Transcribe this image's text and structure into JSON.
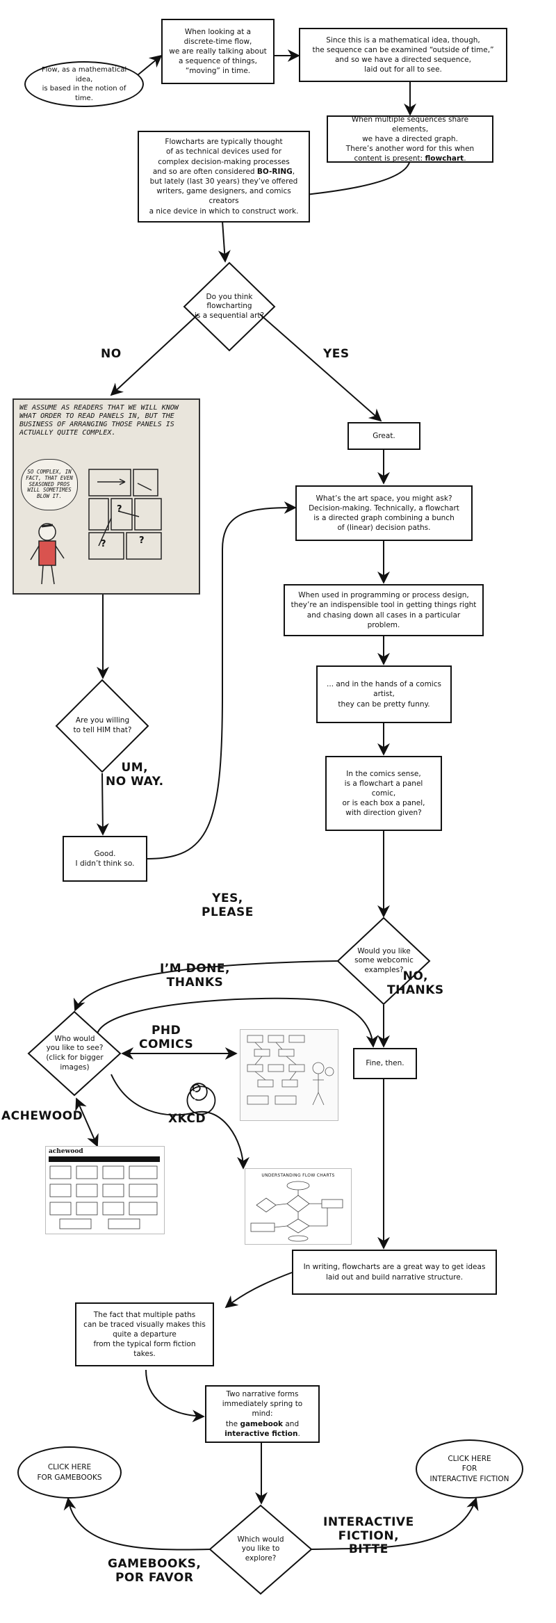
{
  "nodes": {
    "flow_math": {
      "text": "Flow, as a mathematical idea,\nis based in the notion of time."
    },
    "discrete_time": {
      "text": "When looking at a\ndiscrete-time flow,\nwe are really talking about\na sequence of things,\n“moving” in time."
    },
    "outside_time": {
      "text": "Since this is a mathematical idea, though,\nthe sequence can be examined “outside of time,”\nand so we have a directed sequence,\nlaid out for all to see."
    },
    "multiple_seq": {
      "pre": "When multiple sequences share elements,\nwe have a directed graph.\nThere’s another word for this when\ncontent is present: ",
      "bold": "flowchart",
      "post": "."
    },
    "flowcharts_boring": {
      "pre": "Flowcharts are typically thought\nof as technical devices used for\ncomplex decision-making processes\nand so are often considered ",
      "bold": "BO-RING",
      "post": ",\nbut lately (last 30 years) they’ve offered\nwriters, game designers, and comics creators\na nice device in which to construct work."
    },
    "sequential_art": {
      "text": "Do you think\nflowcharting\nis a sequential art?"
    },
    "great": {
      "text": "Great."
    },
    "art_space": {
      "text": "What’s the art space, you might ask?\nDecision-making. Technically, a flowchart\nis a directed graph combining a bunch\nof (linear) decision paths."
    },
    "programming": {
      "text": "When used in programming or process design,\nthey’re an indispensible tool in getting things right\nand chasing down all cases in a particular problem."
    },
    "comics_artist": {
      "text": "... and in the hands of a comics artist,\nthey can be pretty funny."
    },
    "panel_comic": {
      "text": "In the comics sense,\nis a flowchart a panel comic,\nor is each box a panel,\nwith direction given?"
    },
    "tell_him": {
      "text": "Are you willing\nto tell HIM that?"
    },
    "good": {
      "text": "Good.\nI didn’t think so."
    },
    "webcomic_examples": {
      "text": "Would you like\nsome webcomic\nexamples?"
    },
    "who_see": {
      "text": "Who would\nyou like to see?\n(click for bigger\nimages)"
    },
    "fine_then": {
      "text": "Fine, then."
    },
    "in_writing": {
      "text": "In writing, flowcharts are a great way to get ideas\nlaid out and build narrative structure."
    },
    "multiple_paths": {
      "text": "The fact that multiple paths\ncan be traced visually makes this\nquite a departure\nfrom the typical form fiction takes."
    },
    "two_forms": {
      "pre": "Two narrative forms\nimmediately spring to mind:\nthe ",
      "bold1": "gamebook",
      "mid": " and\n",
      "bold2": "interactive fiction",
      "post": "."
    },
    "which_explore": {
      "text": "Which would\nyou like to\nexplore?"
    },
    "click_gamebooks": {
      "text": "CLICK HERE\nFOR GAMEBOOKS"
    },
    "click_if": {
      "text": "CLICK HERE\nFOR\nINTERACTIVE FICTION"
    }
  },
  "labels": {
    "no": "NO",
    "yes": "YES",
    "um_no_way": "UM,\nNO WAY.",
    "yes_please": "YES,\nPLEASE",
    "im_done": "I’M DONE,\nTHANKS",
    "no_thanks": "NO,\nTHANKS",
    "phd_comics": "PHD\nCOMICS",
    "achewood": "ACHEWOOD",
    "xkcd": "XKCD",
    "gamebooks_por_favor": "GAMEBOOKS,\nPOR FAVOR",
    "interactive_fiction_bitte": "INTERACTIVE\nFICTION,\nBITTE"
  },
  "comic_panel": {
    "caption": "WE ASSUME AS READERS THAT WE WILL KNOW WHAT ORDER TO READ PANELS IN, BUT THE BUSINESS OF ARRANGING THOSE PANELS IS ACTUALLY QUITE COMPLEX.",
    "speech": "SO COMPLEX, IN FACT, THAT EVEN SEASONED PROS WILL SOMETIMES BLOW IT.",
    "question_mark": "?"
  },
  "thumbnails": {
    "achewood_title": "achewood",
    "xkcd_title": "UNDERSTANDING FLOW CHARTS"
  }
}
